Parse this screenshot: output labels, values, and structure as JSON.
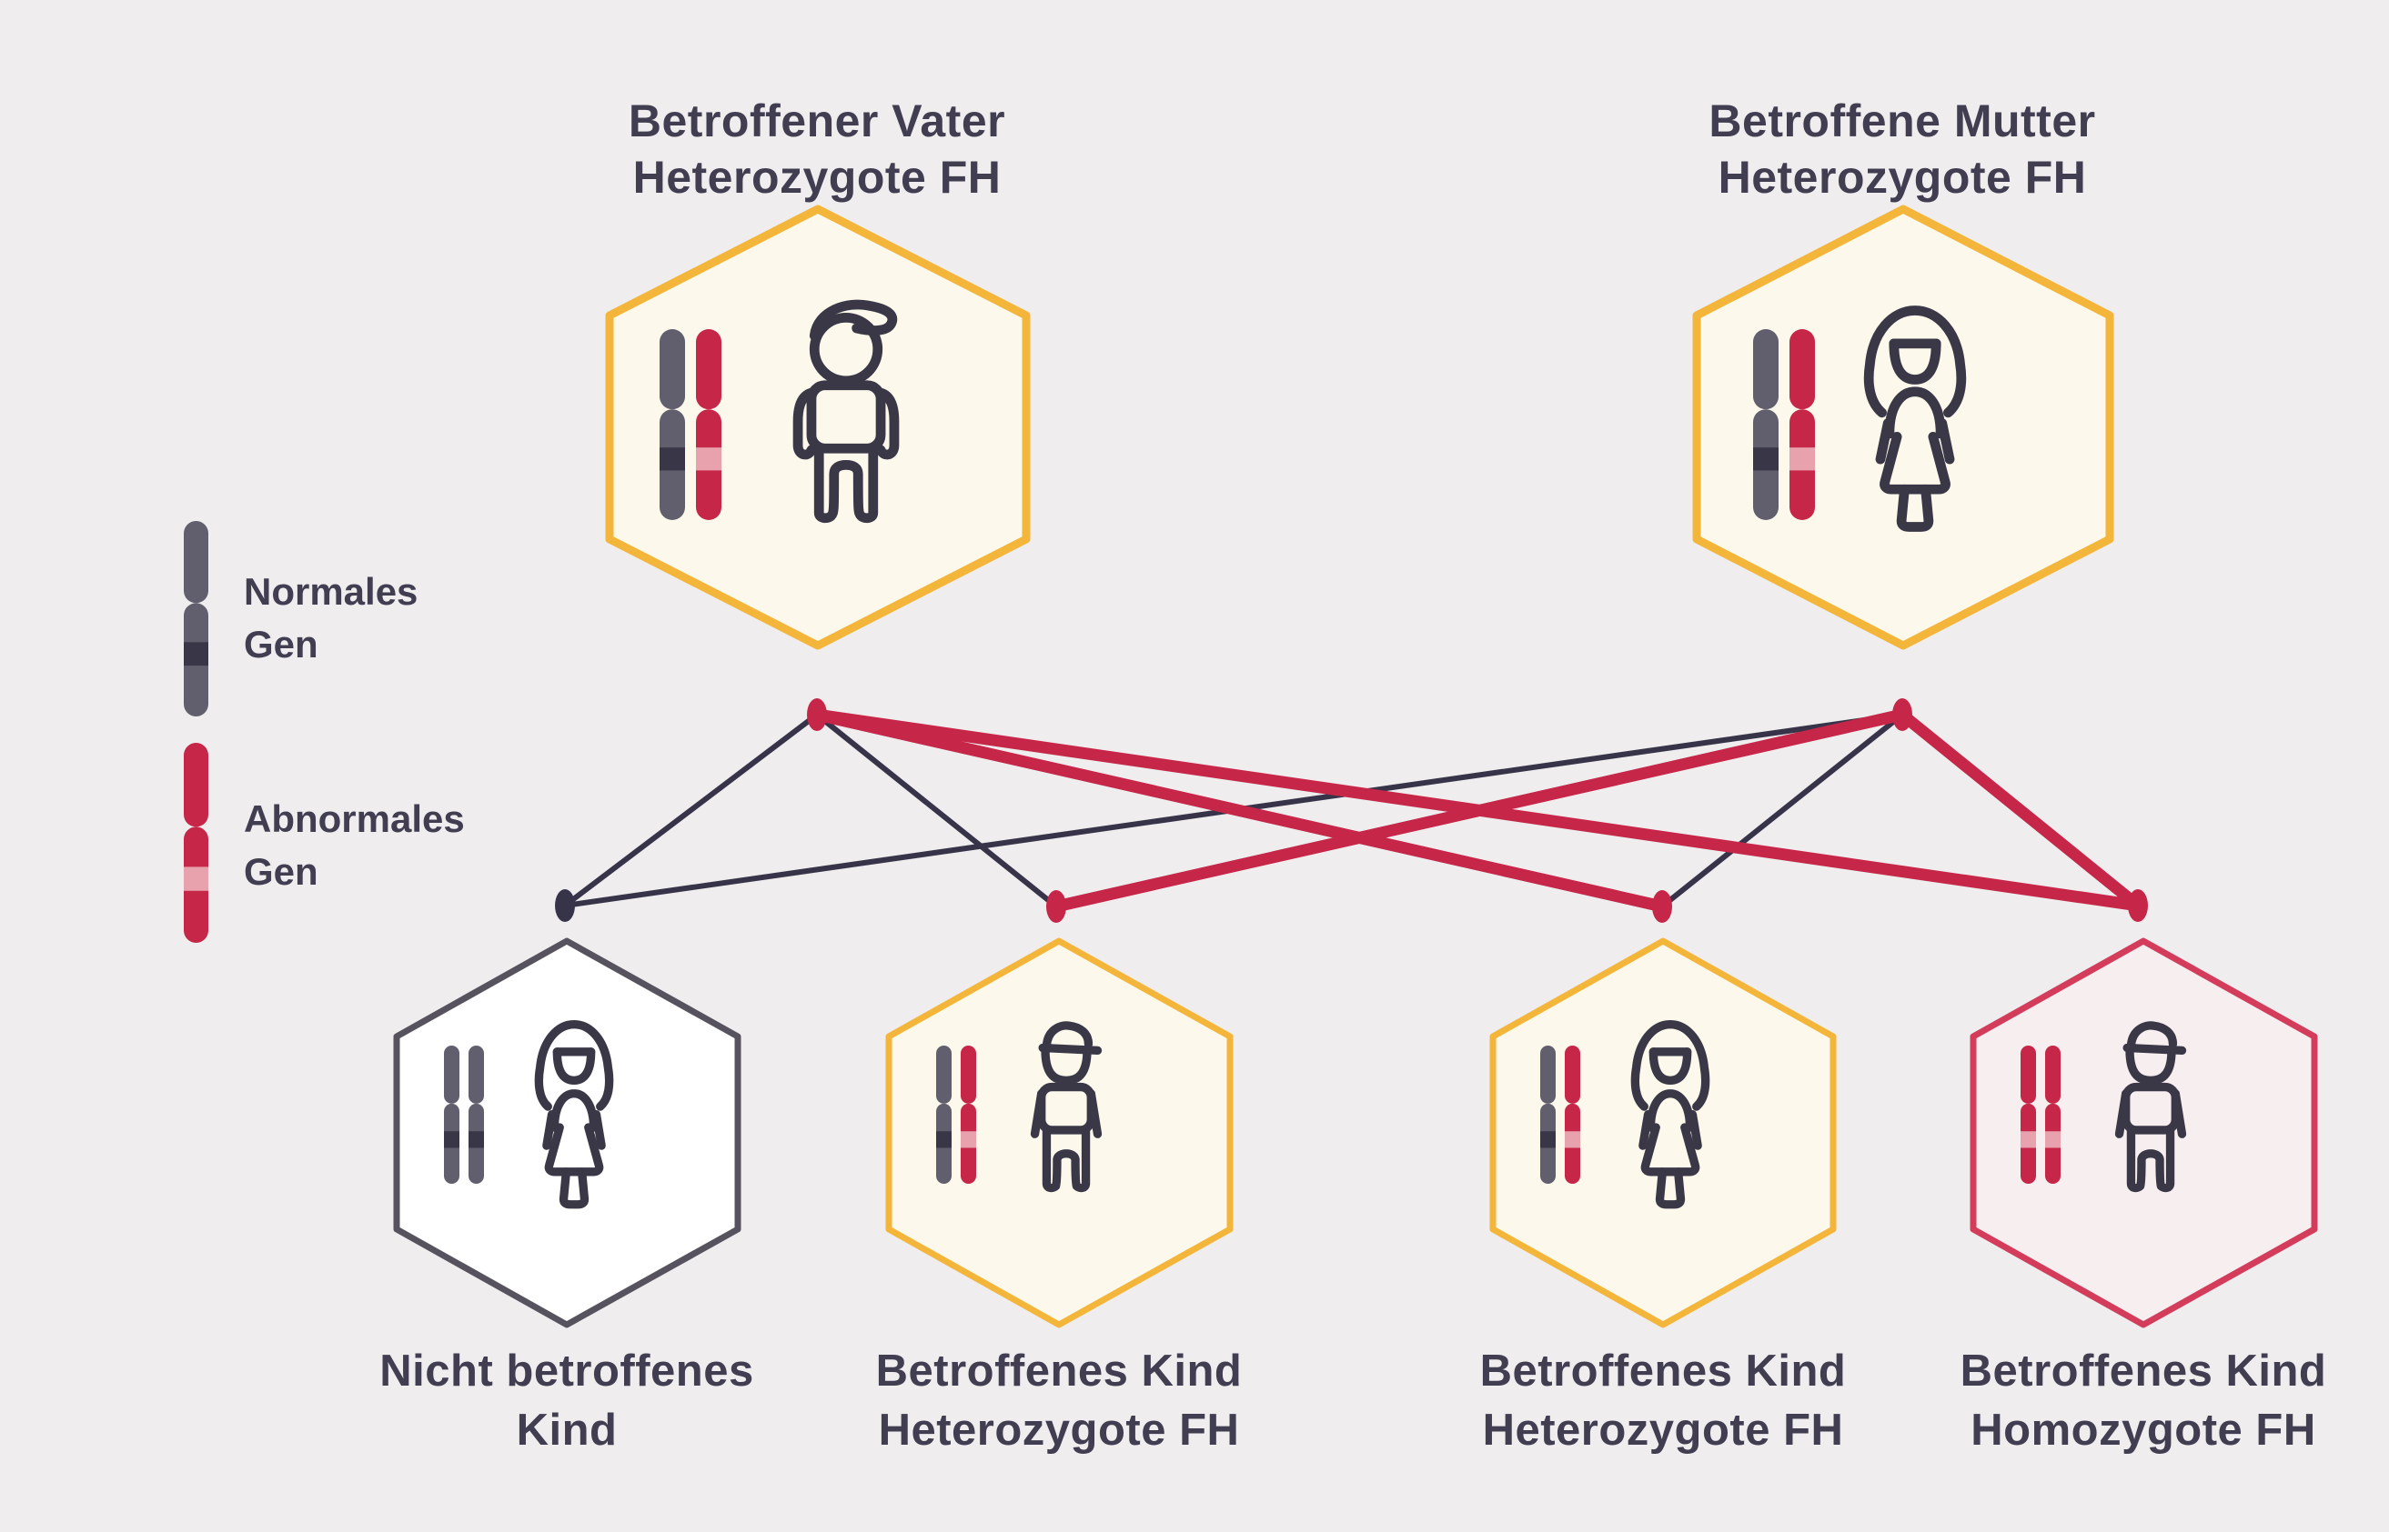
{
  "parents": {
    "father": {
      "title_line1": "Betroffener Vater",
      "title_line2": "Heterozygote FH",
      "figure": "man",
      "genotype": [
        "normal",
        "abnormal"
      ],
      "dot": "abnormal"
    },
    "mother": {
      "title_line1": "Betroffene Mutter",
      "title_line2": "Heterozygote FH",
      "figure": "woman",
      "genotype": [
        "normal",
        "abnormal"
      ],
      "dot": "abnormal"
    }
  },
  "children": [
    {
      "id": "child-1",
      "label_line1": "Nicht betroffenes",
      "label_line2": "Kind",
      "figure": "girl",
      "variant": "unaffected",
      "genotype": [
        "normal",
        "normal"
      ],
      "dot": "normal"
    },
    {
      "id": "child-2",
      "label_line1": "Betroffenes Kind",
      "label_line2": "Heterozygote FH",
      "figure": "boy",
      "variant": "heterozygous",
      "genotype": [
        "normal",
        "abnormal"
      ],
      "dot": "abnormal"
    },
    {
      "id": "child-3",
      "label_line1": "Betroffenes Kind",
      "label_line2": "Heterozygote FH",
      "figure": "girl",
      "variant": "heterozygous",
      "genotype": [
        "normal",
        "abnormal"
      ],
      "dot": "abnormal"
    },
    {
      "id": "child-4",
      "label_line1": "Betroffenes Kind",
      "label_line2": "Homozygote FH",
      "figure": "boy",
      "variant": "homozygous",
      "genotype": [
        "abnormal",
        "abnormal"
      ],
      "dot": "abnormal"
    }
  ],
  "legend": {
    "normal_line1": "Normales",
    "normal_line2": "Gen",
    "abnormal_line1": "Abnormales",
    "abnormal_line2": "Gen"
  },
  "edges": [
    {
      "from": "father",
      "to": "child-1",
      "gene": "normal"
    },
    {
      "from": "father",
      "to": "child-2",
      "gene": "normal"
    },
    {
      "from": "father",
      "to": "child-3",
      "gene": "abnormal"
    },
    {
      "from": "father",
      "to": "child-4",
      "gene": "abnormal"
    },
    {
      "from": "mother",
      "to": "child-1",
      "gene": "normal"
    },
    {
      "from": "mother",
      "to": "child-2",
      "gene": "abnormal"
    },
    {
      "from": "mother",
      "to": "child-3",
      "gene": "normal"
    },
    {
      "from": "mother",
      "to": "child-4",
      "gene": "abnormal"
    }
  ],
  "colors": {
    "background": "#EFEDEE",
    "text": "#413E52",
    "icon": "#3A3847",
    "line_normal": "#37344A",
    "line_abnormal": "#C62648",
    "chromosome_normal": "#615F6D",
    "chromosome_normal_band": "#393747",
    "chromosome_abnormal": "#C62648",
    "chromosome_abnormal_band": "#E7A2AD",
    "hex_parent_border": "#F3B53A",
    "hex_parent_fill": "#FCF8EB",
    "hex_unaffected_border": "#56535F",
    "hex_unaffected_fill": "#FFFFFF",
    "hex_het_border": "#F3B53A",
    "hex_het_fill": "#FCF8EB",
    "hex_homo_border": "#D33C5A",
    "hex_homo_fill": "#F7EEF0"
  }
}
